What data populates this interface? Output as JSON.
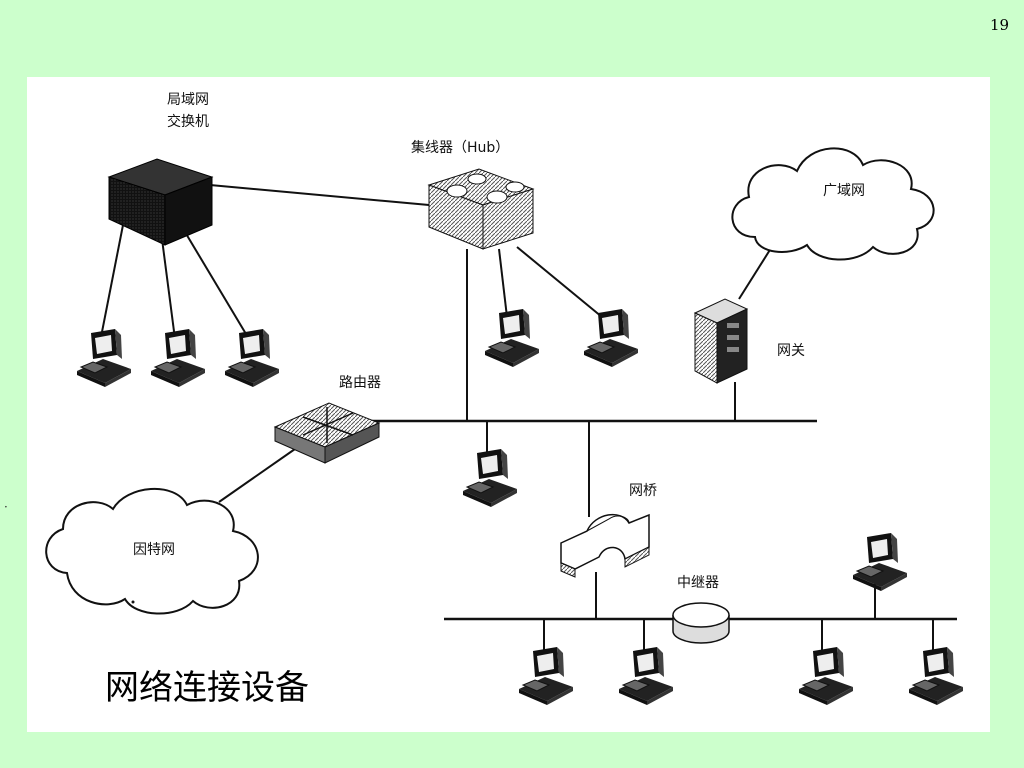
{
  "slide": {
    "page_number": "19",
    "title": "网络连接设备"
  },
  "labels": {
    "lan_switch_line1": "局域网",
    "lan_switch_line2": "交换机",
    "hub": "集线器（Hub）",
    "wan": "广域网",
    "gateway": "网关",
    "router": "路由器",
    "internet": "因特网",
    "bridge": "网桥",
    "repeater": "中继器"
  },
  "colors": {
    "background": "#ccffcc",
    "panel": "#ffffff",
    "line": "#111111"
  }
}
